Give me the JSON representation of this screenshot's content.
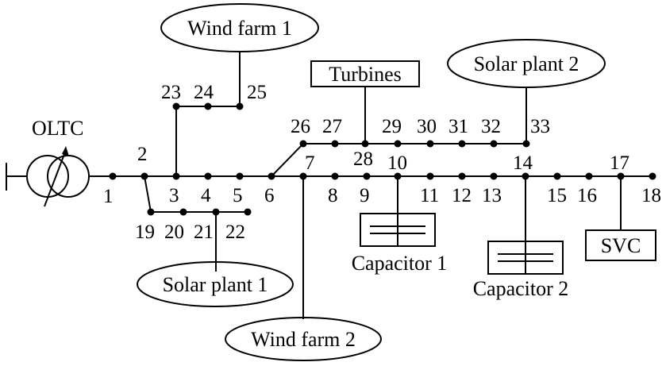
{
  "diagram": {
    "source_label": "OLTC",
    "bus_labels": {
      "1": "1",
      "2": "2",
      "3": "3",
      "4": "4",
      "5": "5",
      "6": "6",
      "7": "7",
      "8": "8",
      "9": "9",
      "10": "10",
      "11": "11",
      "12": "12",
      "13": "13",
      "14": "14",
      "15": "15",
      "16": "16",
      "17": "17",
      "18": "18",
      "19": "19",
      "20": "20",
      "21": "21",
      "22": "22",
      "23": "23",
      "24": "24",
      "25": "25",
      "26": "26",
      "27": "27",
      "28": "28",
      "29": "29",
      "30": "30",
      "31": "31",
      "32": "32",
      "33": "33"
    },
    "devices": {
      "wind_farm_1": "Wind farm 1",
      "wind_farm_2": "Wind farm 2",
      "solar_plant_1": "Solar plant 1",
      "solar_plant_2": "Solar plant 2",
      "turbines": "Turbines",
      "capacitor_1": "Capacitor 1",
      "capacitor_2": "Capacitor 2",
      "svc": "SVC"
    },
    "colors": {
      "line": "#000000",
      "background": "#ffffff"
    }
  }
}
